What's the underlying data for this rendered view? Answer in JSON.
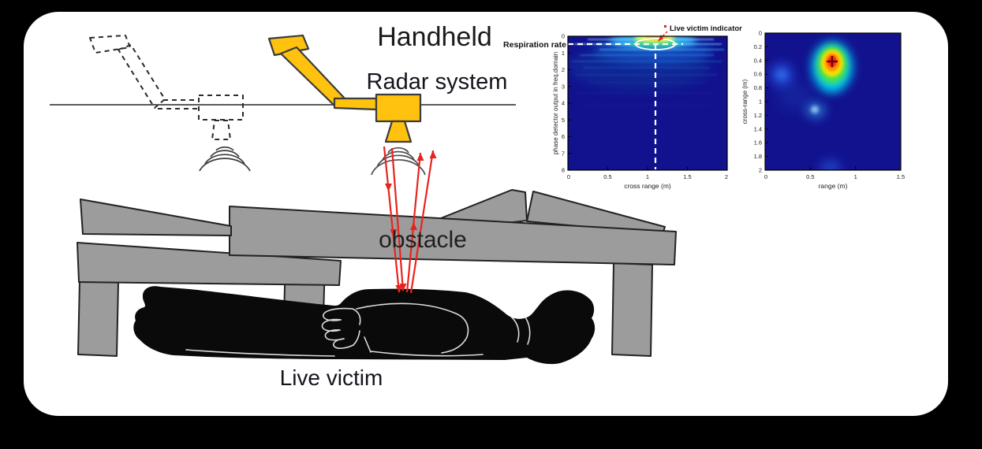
{
  "figure": {
    "title": "Handheld",
    "subtitle": "Radar system",
    "obstacle_label": "obstacle",
    "victim_label": "Live victim"
  },
  "colors": {
    "background": "#000000",
    "card": "#ffffff",
    "device_yellow": "#FFC20E",
    "arrow_red": "#E8231F",
    "rubble_gray": "#9C9C9C",
    "heatmap_dark_blue": "#12128E"
  },
  "plot1": {
    "annotation_respiration": "Respiration rate",
    "annotation_indicator": "Live victim indicator",
    "ylabel": "phase detector output in freq.domain",
    "xlabel": "cross range (m)",
    "yticks": [
      "0",
      "1",
      "2",
      "3",
      "4",
      "5",
      "6",
      "7",
      "8"
    ],
    "xticks": [
      "0",
      "0.5",
      "1",
      "1.5",
      "2"
    ]
  },
  "plot2": {
    "ylabel": "cross-range (m)",
    "xlabel": "range (m)",
    "yticks": [
      "0",
      "0.2",
      "0.4",
      "0.6",
      "0.8",
      "1",
      "1.2",
      "1.4",
      "1.6",
      "1.8",
      "2"
    ],
    "xticks": [
      "0",
      "0.5",
      "1",
      "1.5"
    ]
  },
  "chart_data": [
    {
      "type": "heatmap",
      "title": "",
      "xlabel": "cross range (m)",
      "ylabel": "phase detector output in freq.domain",
      "xlim": [
        0,
        2
      ],
      "ylim": [
        0,
        8
      ],
      "colormap": "jet, dark-blue background",
      "peak": {
        "cross_range_m": 1.1,
        "freq_domain_bin": 0.4,
        "label": "Live victim indicator"
      },
      "annotations": [
        "Respiration rate — white dashed horizontal line at freq bin ~0.4",
        "white dashed vertical line at cross range ~1.1",
        "white ellipse circling the peak",
        "bright yellow-green streak near top between cross range 0.9 and 1.3",
        "light blue horizontal streaks fading below bin ~2"
      ]
    },
    {
      "type": "heatmap",
      "title": "",
      "xlabel": "range (m)",
      "ylabel": "cross-range (m)",
      "xlim": [
        0,
        1.5
      ],
      "ylim": [
        0,
        2
      ],
      "colormap": "jet, dark-blue background",
      "peak": {
        "range_m": 0.75,
        "cross_range_m": 0.45,
        "appearance": "red core with yellow/green/cyan halo"
      },
      "secondary_blobs": [
        {
          "range_m": 0.18,
          "cross_range_m": 0.6
        },
        {
          "range_m": 0.55,
          "cross_range_m": 1.1
        },
        {
          "range_m": 0.72,
          "cross_range_m": 1.98
        }
      ]
    }
  ]
}
